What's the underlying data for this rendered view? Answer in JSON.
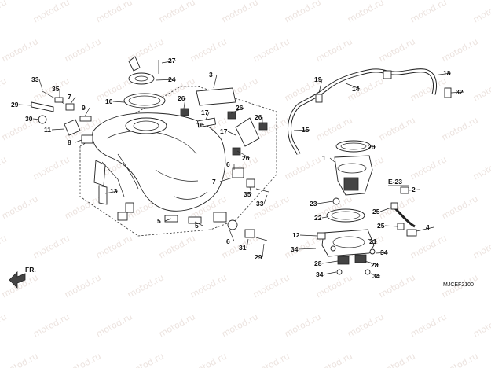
{
  "watermark_text": "motod.ru",
  "diagram_code": "MJCEF2100",
  "ref_code": "E-23",
  "direction_label": "FR.",
  "labels": [
    "27",
    "24",
    "3",
    "33",
    "35",
    "7",
    "29",
    "10",
    "26",
    "30",
    "9",
    "17",
    "26",
    "16",
    "17",
    "26",
    "11",
    "8",
    "19",
    "14",
    "18",
    "32",
    "15",
    "20",
    "13",
    "1",
    "E-23",
    "2",
    "6",
    "5",
    "5",
    "6",
    "23",
    "22",
    "25",
    "25",
    "4",
    "12",
    "21",
    "34",
    "28",
    "28",
    "34",
    "34",
    "34",
    "31",
    "29",
    "26",
    "7",
    "35",
    "33"
  ]
}
